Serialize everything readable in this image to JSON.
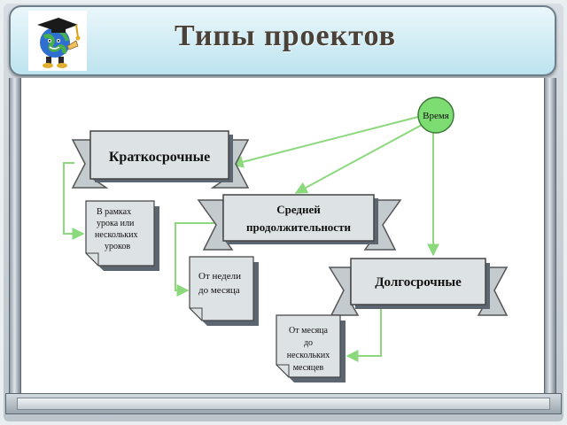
{
  "title": "Типы проектов",
  "colors": {
    "header_bg": "#bde3ef",
    "title_text": "#4a4238",
    "connector": "#8cd87c",
    "node_fill": "#7ddc72",
    "banner_fill": "#dde2e4",
    "banner_dark": "#5c6670"
  },
  "icons": {
    "logo": "globe-graduate-icon"
  },
  "diagram": {
    "time_node": "Время",
    "banners": {
      "short": "Краткосрочные",
      "medium": [
        "Средней",
        "продолжительности"
      ],
      "long": "Долгосрочные"
    },
    "notes": {
      "short": [
        "В рамках",
        "урока или",
        "нескольких",
        "уроков"
      ],
      "medium": [
        "От недели",
        "до месяца"
      ],
      "long": [
        "От месяца",
        "до",
        "нескольких",
        "месяцев"
      ]
    }
  }
}
